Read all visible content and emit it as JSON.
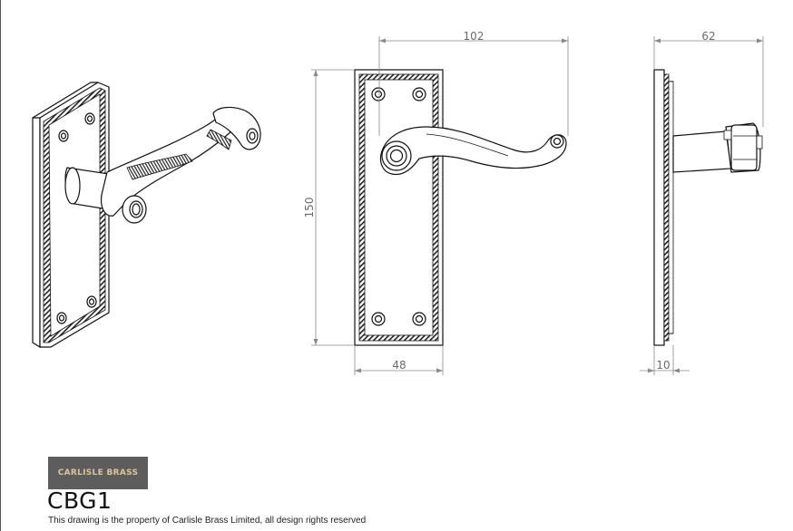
{
  "dimensions": {
    "front_width": "102",
    "front_height": "150",
    "backplate_width": "48",
    "side_depth": "62",
    "side_plate": "10"
  },
  "logo": {
    "text": "CARLISLE BRASS"
  },
  "product": {
    "code": "CBG1",
    "note": "This drawing is the property of Carlisle Brass Limited, all design rights reserved"
  },
  "colors": {
    "line": "#111111",
    "dimension": "#8a8a8a",
    "logo_bg": "#5d5d5d",
    "logo_text": "#d8c79a"
  }
}
